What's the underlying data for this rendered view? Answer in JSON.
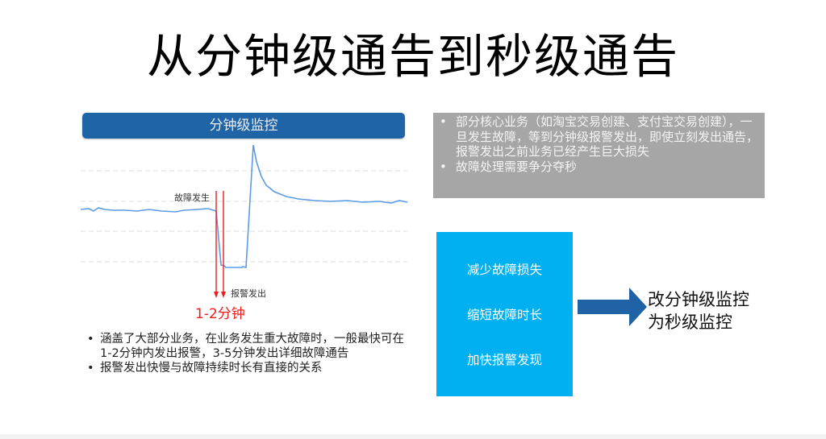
{
  "slide": {
    "title": "从分钟级通告到秒级通告"
  },
  "left_panel": {
    "header": "分钟级监控",
    "annotations": {
      "fault_occurs": "故障发生",
      "alert_sent": "报警发出",
      "interval": "1-2分钟"
    },
    "bullets": [
      "涵盖了大部分业务，在业务发生重大故障时，一般最快可在1-2分钟内发出报警，3-5分钟发出详细故障通告",
      "报警发出快慢与故障持续时长有直接的关系"
    ]
  },
  "right_panel": {
    "gray_box_bullets": [
      "部分核心业务（如淘宝交易创建、支付宝交易创建），一旦发生故障，等到分钟级报警发出，即使立刻发出通告，报警发出之前业务已经产生巨大损失",
      "故障处理需要争分夺秒"
    ],
    "goals": [
      "减少故障损失",
      "缩短故障时长",
      "加快报警发现"
    ],
    "arrow_icon": "right-arrow-icon",
    "conclusion_line1": "改分钟级监控",
    "conclusion_line2": "为秒级监控"
  },
  "bullet_symbol": "•",
  "colors": {
    "header_blue": "#2064a8",
    "line_blue": "#5b9be6",
    "alert_red": "#ee1c1c",
    "gray_box": "#a6a6a6",
    "cyan_box": "#00b0f0",
    "arrow_blue": "#2062a6"
  },
  "chart_data": {
    "type": "line",
    "title": "分钟级监控",
    "xlabel": "",
    "ylabel": "",
    "grid": "dashed horizontal",
    "description": "Business metric stays flat, drops sharply at fault occurrence, stays low, then spikes high on recovery and decays back to baseline",
    "x": [
      0,
      5,
      10,
      15,
      20,
      25,
      30,
      35,
      40,
      45,
      50,
      55,
      60,
      65,
      70,
      75,
      80,
      85,
      90,
      95,
      100
    ],
    "values": [
      50,
      49.5,
      49,
      49,
      48.5,
      49,
      48,
      -5,
      -6,
      -6,
      100,
      75,
      60,
      54,
      52,
      51,
      50.5,
      50.5,
      50,
      50,
      49.5
    ],
    "annotations": [
      {
        "text": "故障发生",
        "x": 35
      },
      {
        "text": "报警发出",
        "x": 37
      },
      {
        "text": "1-2分钟",
        "span": [
          35,
          37
        ]
      }
    ]
  }
}
